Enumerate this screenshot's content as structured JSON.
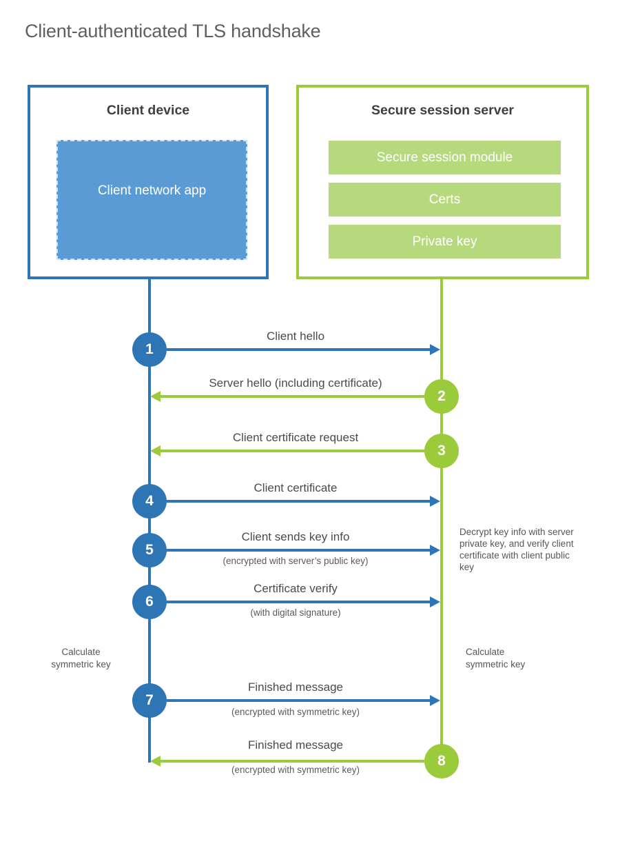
{
  "title": "Client-authenticated TLS handshake",
  "client": {
    "title": "Client device",
    "app_label": "Client network app"
  },
  "server": {
    "title": "Secure session server",
    "modules": [
      "Secure session module",
      "Certs",
      "Private key"
    ]
  },
  "colors": {
    "blue": "#2e75b6",
    "light_blue": "#5b9bd5",
    "green": "#9bca3b",
    "light_green": "#b7d97e",
    "text_dark": "#3f3f3f",
    "text_label": "#4a4a4a",
    "text_note": "#555555"
  },
  "messages": [
    {
      "number": "1",
      "label": "Client hello",
      "sub": "",
      "direction": "right",
      "color": "blue"
    },
    {
      "number": "2",
      "label": "Server hello (including certificate)",
      "sub": "",
      "direction": "left",
      "color": "green"
    },
    {
      "number": "3",
      "label": "Client certificate request",
      "sub": "",
      "direction": "left",
      "color": "green"
    },
    {
      "number": "4",
      "label": "Client certificate",
      "sub": "",
      "direction": "right",
      "color": "blue"
    },
    {
      "number": "5",
      "label": "Client sends key info",
      "sub": "(encrypted with server’s public key)",
      "direction": "right",
      "color": "blue"
    },
    {
      "number": "6",
      "label": "Certificate verify",
      "sub": "(with digital signature)",
      "direction": "right",
      "color": "blue"
    },
    {
      "number": "7",
      "label": "Finished message",
      "sub": "(encrypted with symmetric key)",
      "direction": "right",
      "color": "blue"
    },
    {
      "number": "8",
      "label": "Finished message",
      "sub": "(encrypted with symmetric key)",
      "direction": "left",
      "color": "green"
    }
  ],
  "notes": {
    "decrypt": "Decrypt key info with server private key, and verify client certificate with client public key",
    "calc_left": "Calculate symmetric key",
    "calc_right": "Calculate symmetric key"
  }
}
